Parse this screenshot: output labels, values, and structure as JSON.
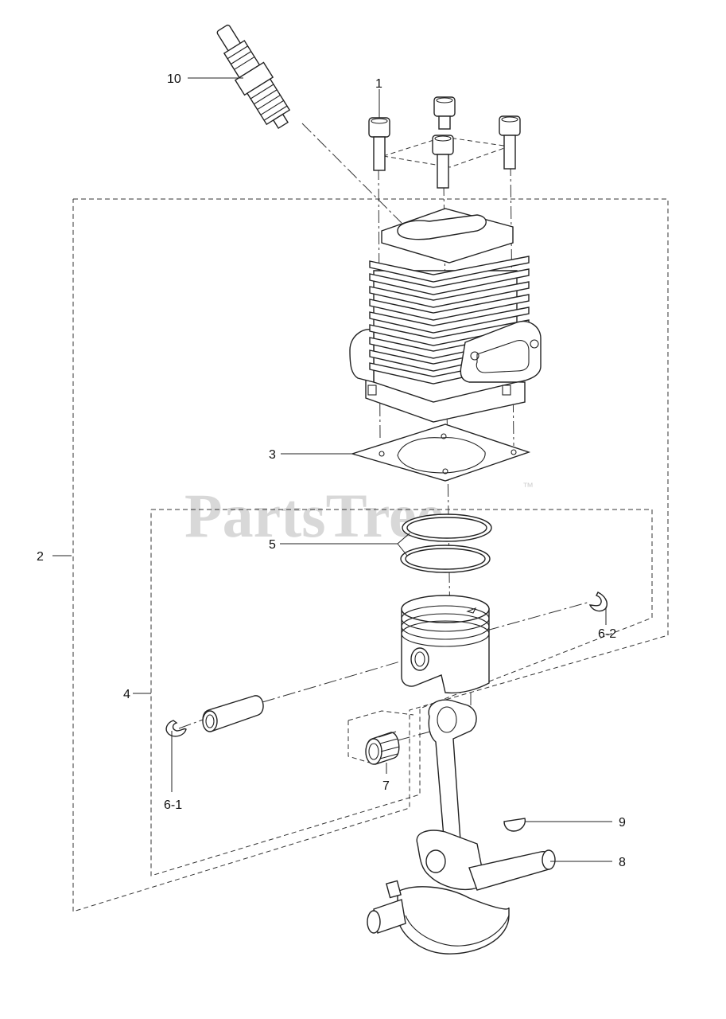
{
  "watermark": {
    "text": "PartsTree",
    "trademark": "™"
  },
  "callouts": {
    "c1": "1",
    "c2": "2",
    "c3": "3",
    "c4": "4",
    "c5": "5",
    "c6_1": "6-1",
    "c6_2": "6-2",
    "c7": "7",
    "c8": "8",
    "c9": "9",
    "c10": "10"
  }
}
